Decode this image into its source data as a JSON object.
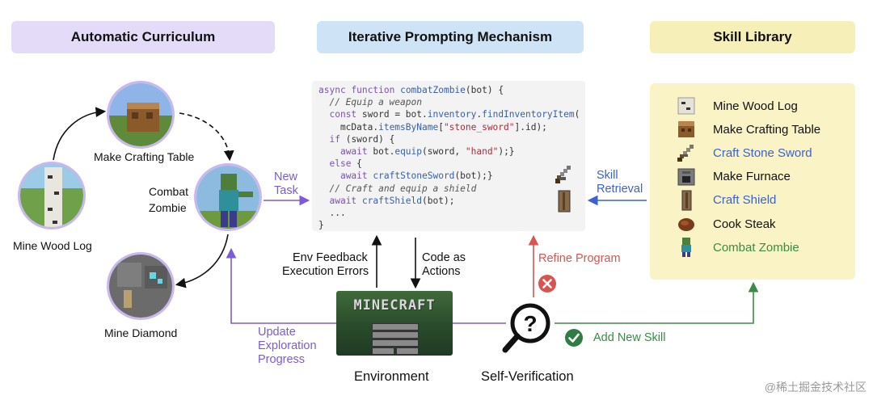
{
  "headers": {
    "curriculum": "Automatic Curriculum",
    "iterative": "Iterative Prompting Mechanism",
    "skill_library": "Skill Library"
  },
  "curriculum": {
    "nodes": {
      "crafting_table": "Make Crafting Table",
      "wood_log": "Mine Wood Log",
      "combat_zombie_line1": "Combat",
      "combat_zombie_line2": "Zombie",
      "diamond": "Mine Diamond"
    }
  },
  "code_lines": [
    "async function combatZombie(bot) {",
    "  // Equip a weapon",
    "  const sword = bot.inventory.findInventoryItem(",
    "    mcData.itemsByName[\"stone_sword\"].id);",
    "  if (sword) {",
    "    await bot.equip(sword, \"hand\");}",
    "  else {",
    "    await craftStoneSword(bot);}",
    "  // Craft and equip a shield",
    "  await craftShield(bot);",
    "  ...",
    "}"
  ],
  "skills": [
    {
      "label": "Mine Wood  Log",
      "color": "#111111",
      "icon": "birch-log-icon"
    },
    {
      "label": "Make Crafting Table",
      "color": "#111111",
      "icon": "crafting-table-icon"
    },
    {
      "label": "Craft Stone Sword",
      "color": "#3a62d0",
      "icon": "stone-sword-icon"
    },
    {
      "label": "Make Furnace",
      "color": "#111111",
      "icon": "furnace-icon"
    },
    {
      "label": "Craft Shield",
      "color": "#3a62d0",
      "icon": "shield-icon"
    },
    {
      "label": "Cook Steak",
      "color": "#111111",
      "icon": "steak-icon"
    },
    {
      "label": "Combat Zombie",
      "color": "#3c8a46",
      "icon": "zombie-icon"
    }
  ],
  "labels": {
    "new_task_1": "New",
    "new_task_2": "Task",
    "skill_retrieval_1": "Skill",
    "skill_retrieval_2": "Retrieval",
    "env_feedback_1": "Env Feedback",
    "env_feedback_2": "Execution Errors",
    "code_actions_1": "Code as",
    "code_actions_2": "Actions",
    "refine_program": "Refine Program",
    "update_1": "Update",
    "update_2": "Exploration",
    "update_3": "Progress",
    "add_new_skill": "Add New Skill",
    "environment": "Environment",
    "self_verification": "Self-Verification",
    "minecraft_logo": "MINECRAFT"
  },
  "watermark": "@稀土掘金技术社区",
  "colors": {
    "purple": "#7b5bd6",
    "blue": "#3a62d0",
    "red": "#d9534f",
    "green": "#3c8a46",
    "circle_border": "#c9b8ef"
  }
}
